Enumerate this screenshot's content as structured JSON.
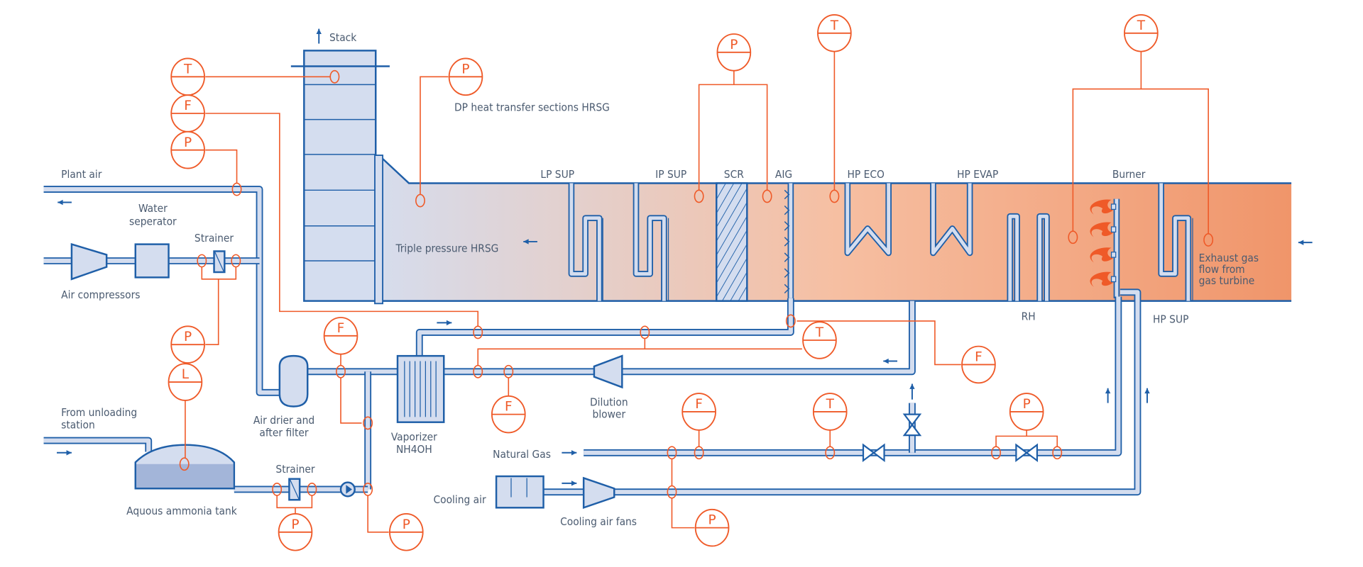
{
  "colors": {
    "pipe": "#1f5fa8",
    "pipe_fill": "#d4ddef",
    "instrument": "#ef5a28",
    "label": "#4b5b70",
    "hrsg_cold": "#d6dcec",
    "hrsg_hot": "#f0956a",
    "tank_liquid": "#a3b5d9"
  },
  "labels": {
    "stack": "Stack",
    "dp": "DP heat transfer sections HRSG",
    "plant_air": "Plant air",
    "water_sep_1": "Water",
    "water_sep_2": "seperator",
    "strainer_top": "Strainer",
    "air_comp": "Air compressors",
    "hrsg": "Triple pressure HRSG",
    "lp_sup": "LP SUP",
    "ip_sup": "IP SUP",
    "scr": "SCR",
    "aig": "AIG",
    "hp_eco": "HP ECO",
    "hp_evap": "HP EVAP",
    "burner": "Burner",
    "exhaust_1": "Exhaust gas",
    "exhaust_2": "flow from",
    "exhaust_3": "gas turbine",
    "rh": "RH",
    "hp_sup": "HP SUP",
    "unload_1": "From unloading",
    "unload_2": "station",
    "drier_1": "Air drier and",
    "drier_2": "after filter",
    "vap_1": "Vaporizer",
    "vap_2": "NH4OH",
    "dil_1": "Dilution",
    "dil_2": "blower",
    "natgas": "Natural Gas",
    "cooling_air": "Cooling air",
    "cooling_fans": "Cooling air fans",
    "tank": "Aquous ammonia tank",
    "strainer_bottom": "Strainer"
  },
  "instruments": [
    "T",
    "F",
    "P",
    "P",
    "P",
    "T",
    "T",
    "P",
    "L",
    "F",
    "T",
    "F",
    "F",
    "F",
    "T",
    "P",
    "P",
    "P",
    "P"
  ]
}
